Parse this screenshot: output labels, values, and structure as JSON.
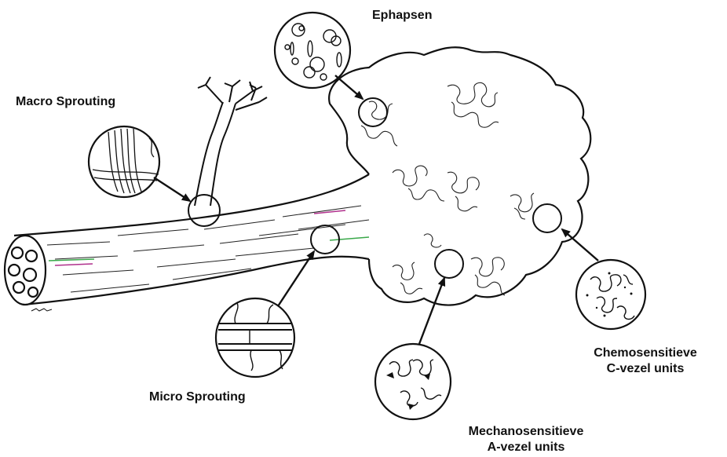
{
  "labels": {
    "ephapsen": "Ephapsen",
    "macro_sprouting": "Macro Sprouting",
    "micro_sprouting": "Micro Sprouting",
    "chemo_line1": "Chemosensitieve",
    "chemo_line2": "C-vezel units",
    "mechano_line1": "Mechanosensitieve",
    "mechano_line2": "A-vezel units"
  },
  "colors": {
    "ink": "#111111",
    "background": "#ffffff",
    "accent_green": "#3aa84a",
    "accent_magenta": "#b0308c"
  }
}
